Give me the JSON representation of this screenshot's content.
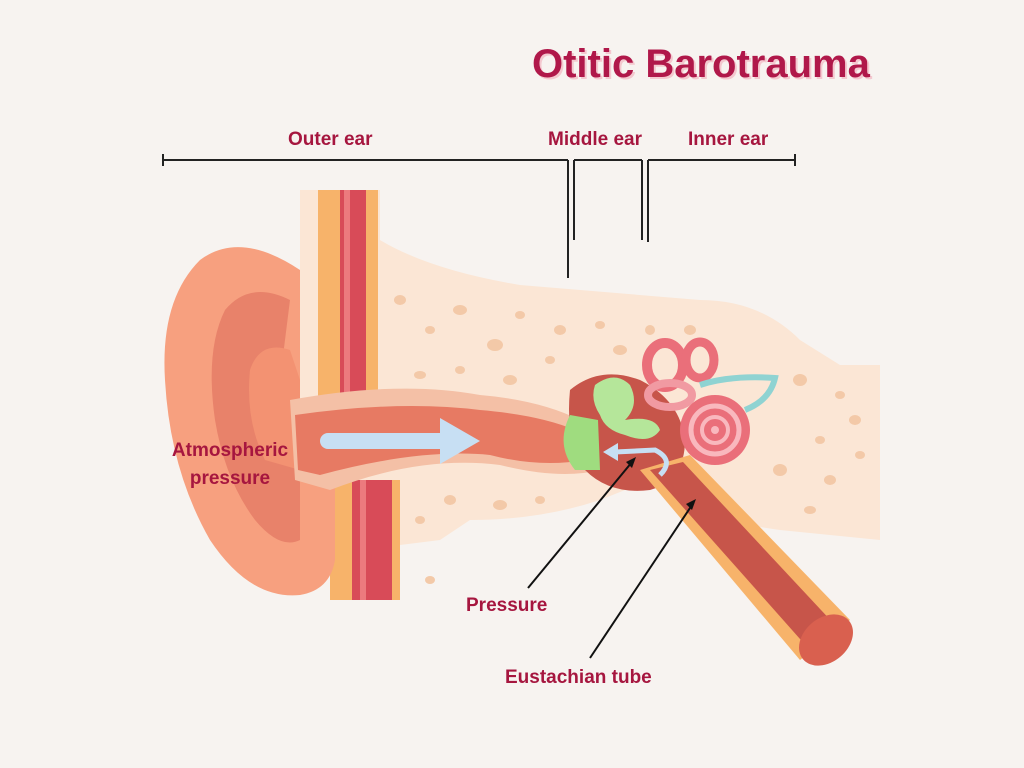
{
  "title": "Otitic Barotrauma",
  "regions": {
    "outer": "Outer ear",
    "middle": "Middle ear",
    "inner": "Inner ear"
  },
  "labels": {
    "atmospheric_line1": "Atmospheric",
    "atmospheric_line2": "pressure",
    "pressure": "Pressure",
    "eustachian": "Eustachian tube"
  },
  "colors": {
    "title": "#b0184a",
    "label": "#a6163f",
    "background": "#f7f3f0",
    "skin": "#f7a07f",
    "bone": "#fbe6d5",
    "canal": "#e77a63",
    "muscle": "#d84b58",
    "fat": "#f7b36a",
    "eardrum": "#9fdc7f",
    "cochlea": "#ea6f7a",
    "nerve": "#8fd3d2",
    "air_arrow": "#c7dff3",
    "tube": "#c7554a"
  }
}
